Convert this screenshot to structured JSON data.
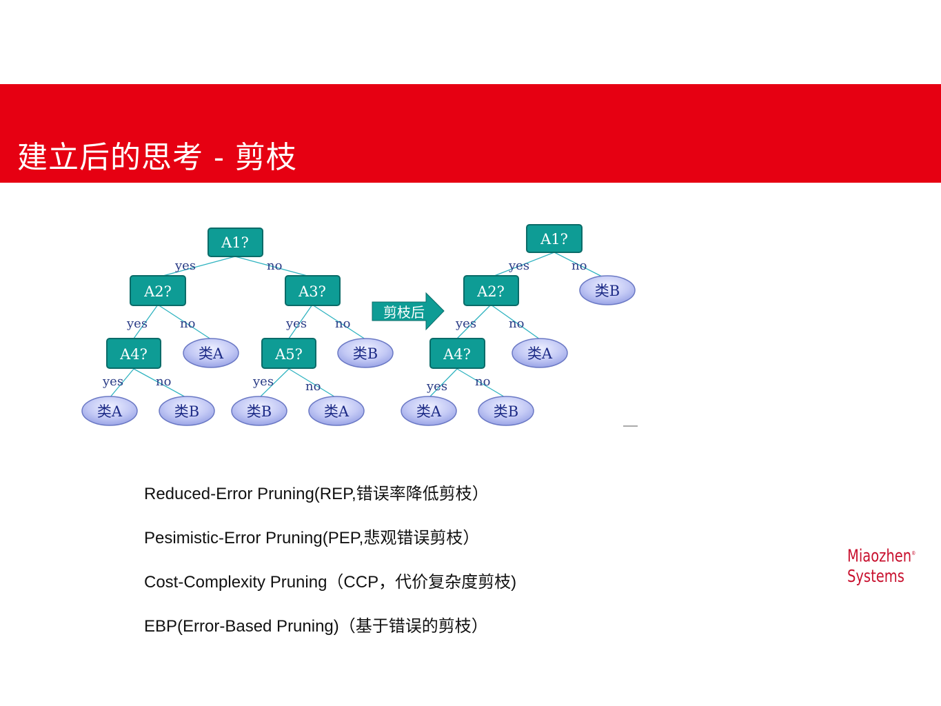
{
  "header": {
    "title": "建立后的思考 - 剪枝",
    "color": "#e60012"
  },
  "diagram": {
    "arrow_label": "剪枝后",
    "before": {
      "nodes": {
        "a1": "A1?",
        "a2": "A2?",
        "a3": "A3?",
        "a4": "A4?",
        "a5": "A5?"
      },
      "leaves": [
        "类A",
        "类B",
        "类A",
        "类B",
        "类B",
        "类A"
      ],
      "edge_labels": {
        "yes": "yes",
        "no": "no"
      }
    },
    "after": {
      "nodes": {
        "a1": "A1?",
        "a2": "A2?",
        "a4": "A4?"
      },
      "leaves": [
        "类B",
        "类A",
        "类A",
        "类B"
      ],
      "edge_labels": {
        "yes": "yes",
        "no": "no"
      }
    }
  },
  "methods": [
    "Reduced-Error Pruning(REP,错误率降低剪枝）",
    "Pesimistic-Error Pruning(PEP,悲观错误剪枝）",
    "Cost-Complexity Pruning（CCP，代价复杂度剪枝)",
    "EBP(Error-Based Pruning)（基于错误的剪枝）"
  ],
  "logo": {
    "line1": "Miaozhen",
    "line2": "Systems",
    "mark": "®"
  }
}
